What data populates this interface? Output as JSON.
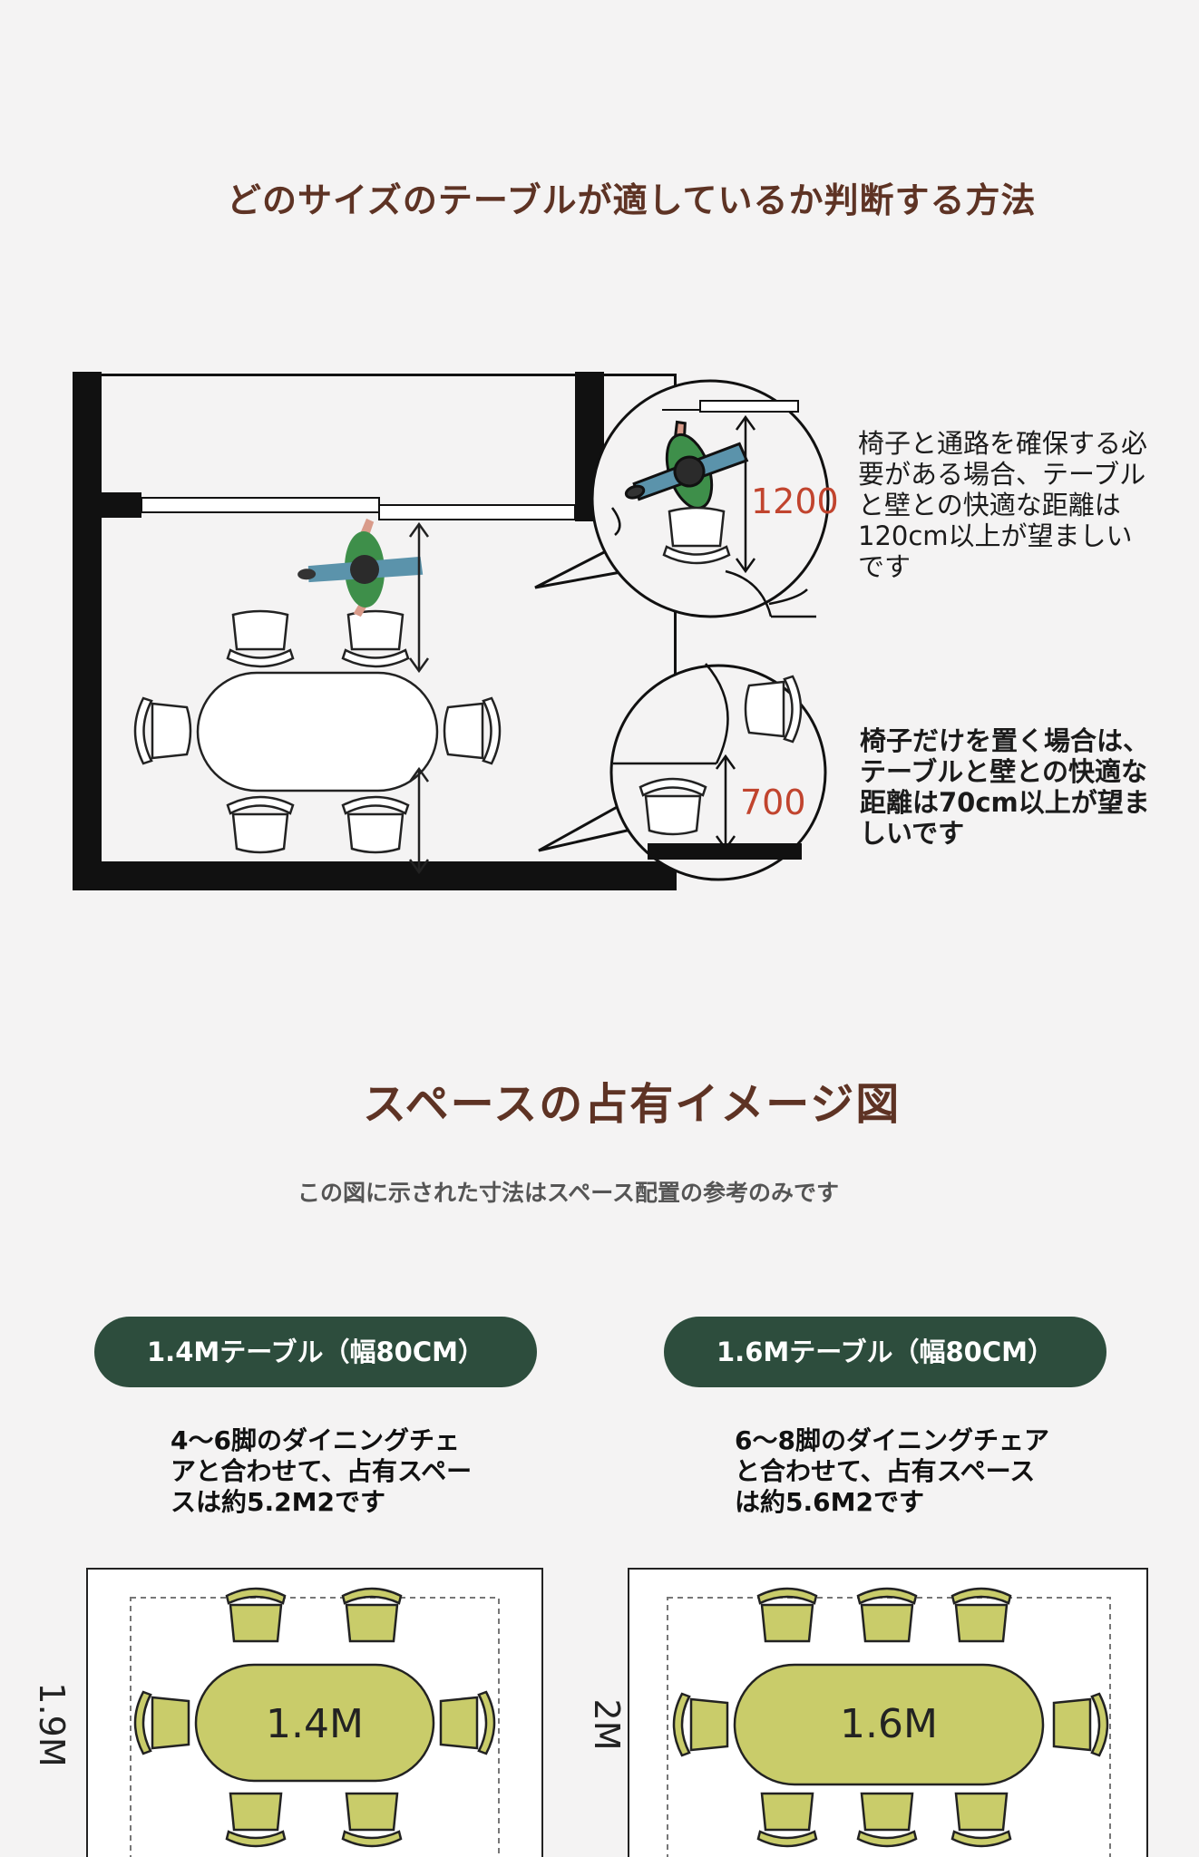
{
  "section1": {
    "title": "どのサイズのテーブルが適しているか判断する方法",
    "dim_large": "1200",
    "dim_small": "700",
    "note_large": "椅子と通路を確保する必要がある場合、テーブルと壁との快適な距離は120cm以上が望ましいです",
    "note_small": "椅子だけを置く場合は、テーブルと壁との快適な距離は70cm以上が望ましいです",
    "colors": {
      "dimension_text": "#c1442e",
      "title": "#5e3324"
    }
  },
  "section2": {
    "title": "スペースの占有イメージ図",
    "subtitle": "この図に示された寸法はスペース配置の参考のみです",
    "plans": [
      {
        "label": "1.4Mテーブル（幅80CM）",
        "description": "4〜6脚のダイニングチェアと合わせて、占有スペースは約5.2M2です",
        "table_label": "1.4M",
        "room_label": "1.9M"
      },
      {
        "label": "1.6Mテーブル（幅80CM）",
        "description": "6〜8脚のダイニングチェアと合わせて、占有スペースは約5.6M2です",
        "table_label": "1.6M",
        "room_label": "2M"
      }
    ],
    "colors": {
      "pill": "#2d4d3d",
      "furniture": "#c9cc6a"
    }
  }
}
